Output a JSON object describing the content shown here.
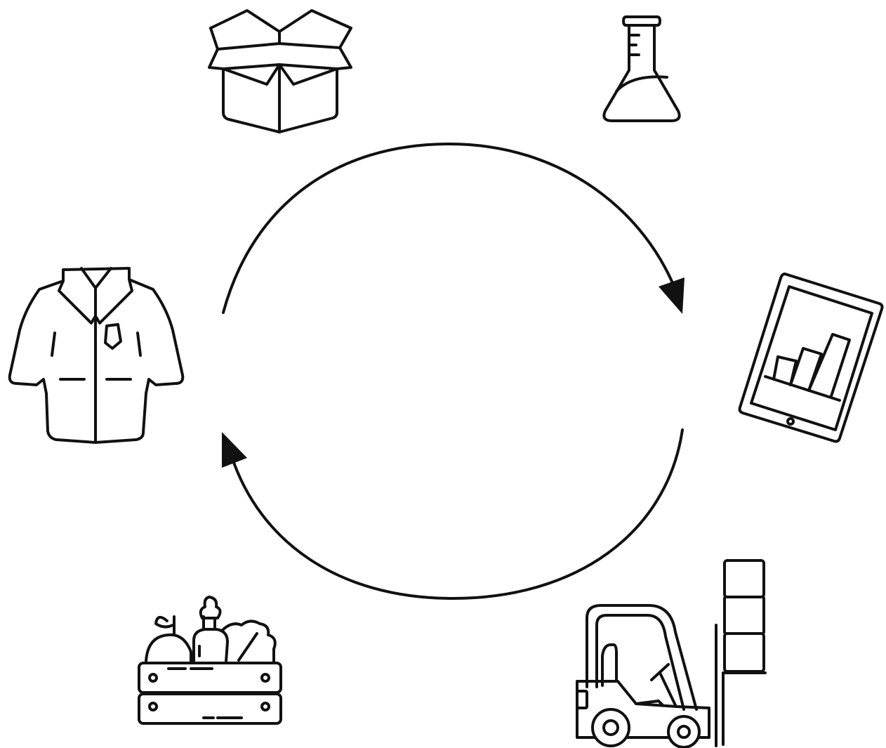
{
  "diagram": {
    "type": "cycle",
    "stroke_color": "#111111",
    "background_color": "#ffffff",
    "arrows": [
      {
        "name": "arc-top",
        "direction": "clockwise"
      },
      {
        "name": "arc-bottom",
        "direction": "clockwise"
      }
    ],
    "icons": [
      {
        "name": "open-box-icon",
        "label": ""
      },
      {
        "name": "flask-icon",
        "label": ""
      },
      {
        "name": "tablet-chart-icon",
        "label": ""
      },
      {
        "name": "forklift-icon",
        "label": ""
      },
      {
        "name": "produce-crate-icon",
        "label": ""
      },
      {
        "name": "lab-coat-icon",
        "label": ""
      }
    ]
  }
}
